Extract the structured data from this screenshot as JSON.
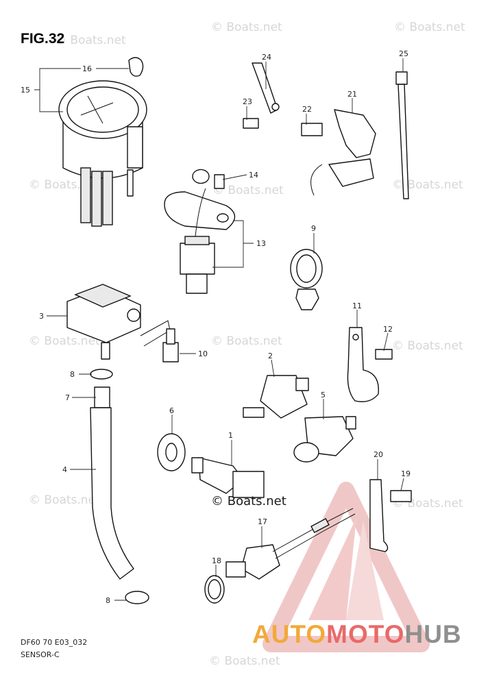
{
  "figure": {
    "title": "FIG.32",
    "code": "DF60 70 E03_032",
    "name": "SENSOR-C"
  },
  "watermarks": {
    "light": "© Boats.net",
    "strong": "© Boats.net"
  },
  "brand": {
    "part_a": "AUTO",
    "part_b": "MOTO",
    "part_c": "HUB",
    "color_a": "#f2a93b",
    "color_b": "#e96a6a",
    "color_c": "#8f8f8f"
  },
  "callouts": [
    {
      "num": "1"
    },
    {
      "num": "2"
    },
    {
      "num": "3"
    },
    {
      "num": "4"
    },
    {
      "num": "5"
    },
    {
      "num": "6"
    },
    {
      "num": "7"
    },
    {
      "num": "8"
    },
    {
      "num": "8"
    },
    {
      "num": "9"
    },
    {
      "num": "10"
    },
    {
      "num": "11"
    },
    {
      "num": "12"
    },
    {
      "num": "13"
    },
    {
      "num": "14"
    },
    {
      "num": "15"
    },
    {
      "num": "16"
    },
    {
      "num": "17"
    },
    {
      "num": "18"
    },
    {
      "num": "19"
    },
    {
      "num": "20"
    },
    {
      "num": "21"
    },
    {
      "num": "22"
    },
    {
      "num": "23"
    },
    {
      "num": "24"
    },
    {
      "num": "25"
    }
  ]
}
